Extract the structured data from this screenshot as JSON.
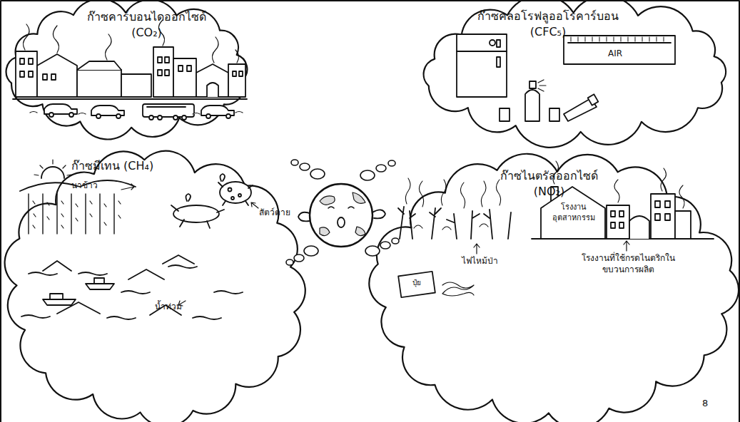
{
  "diagram": {
    "nodes": [
      {
        "text": [
          "ก๊าซคาร์บอนไดออกไซด์ (CO₂)"
        ]
      },
      {
        "text": [
          "ก๊าซคลอโรฟลูออโรคาร์บอน (CFC₅)",
          "AIR"
        ]
      },
      {
        "text": [
          "ก๊าซมีเทน (CH₄)",
          "นาข้าว",
          "สัตว์ตาย",
          "น้ำท่วม"
        ]
      },
      {
        "text": [
          "ก๊าซไนตรัสออกไซด์ (NO₂)",
          "ไฟไหม้ป่า",
          "ปุ๋ย",
          "โรงงาน อุตสาหกรรม",
          "โรงงานที่ใช้กรดไนตริกใน ขบวนการผลิต"
        ]
      }
    ],
    "labels": [
      "8"
    ]
  }
}
